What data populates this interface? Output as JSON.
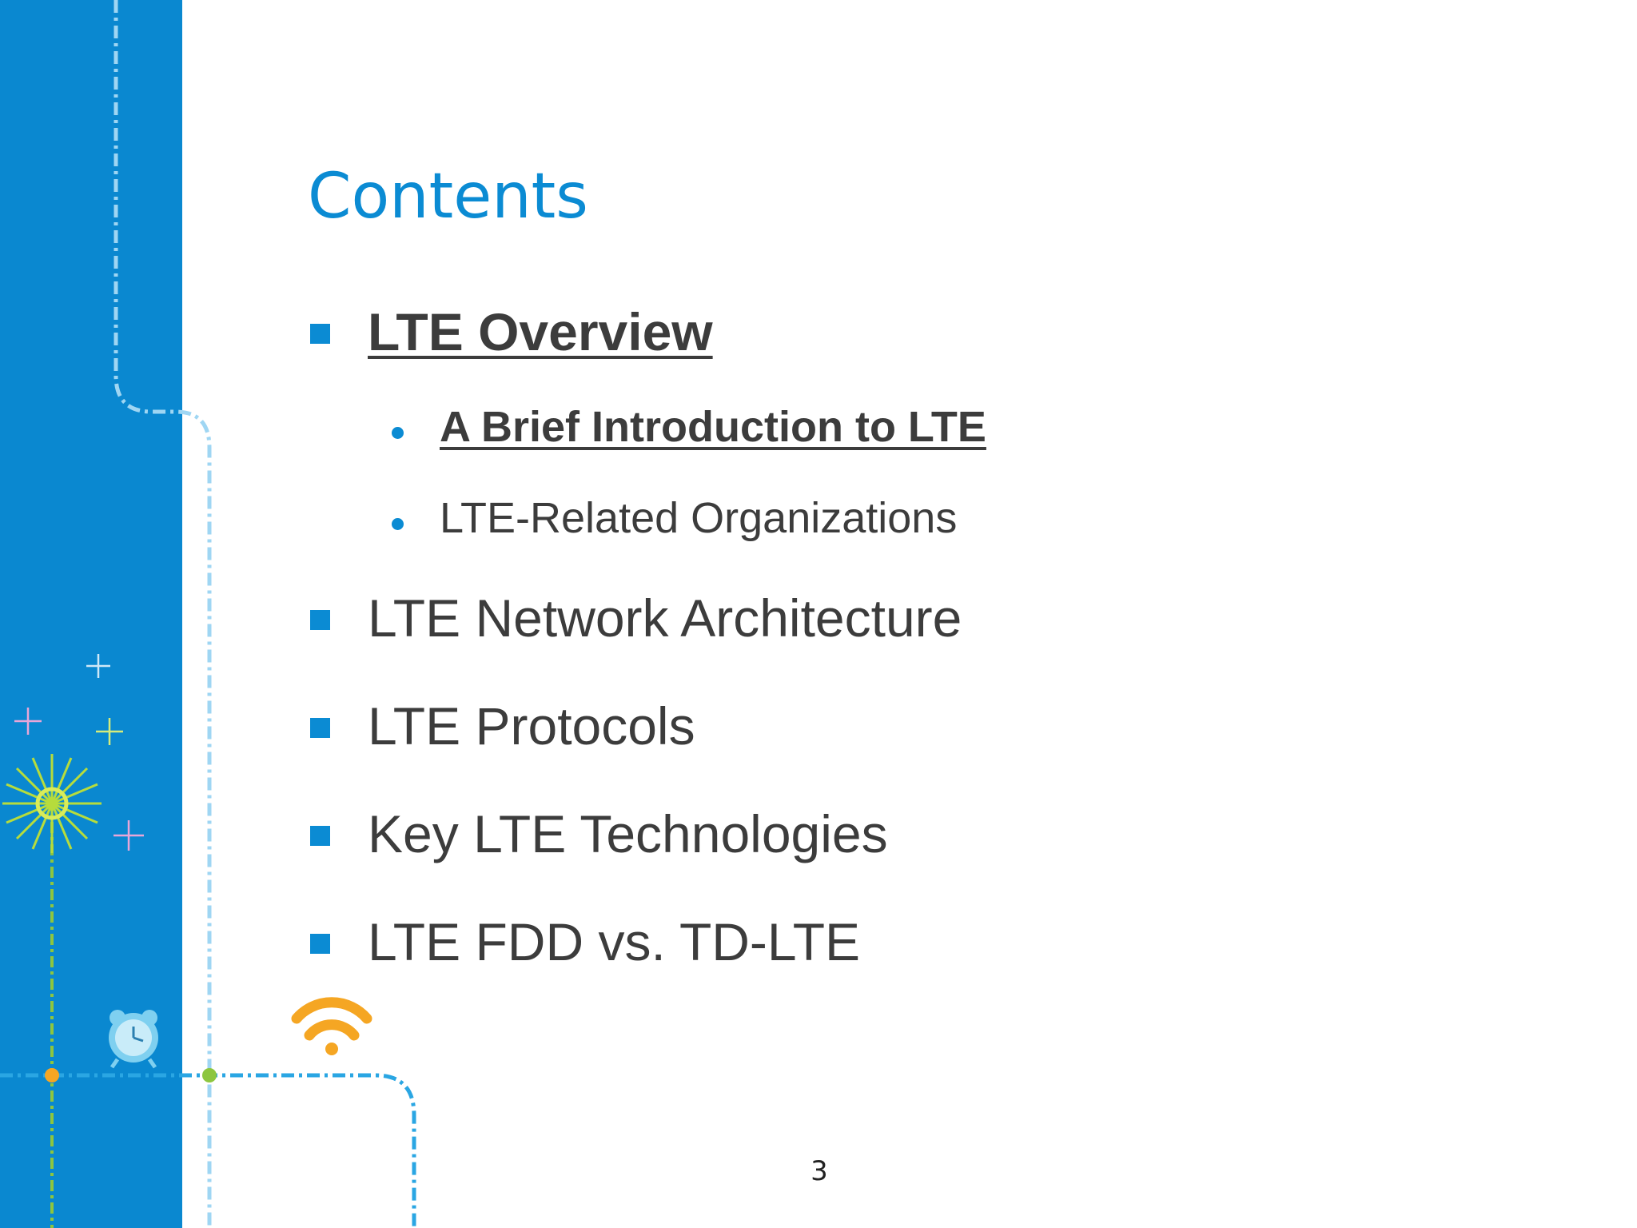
{
  "slide": {
    "title": "Contents",
    "page_number": "3",
    "colors": {
      "accent": "#0b8bd3",
      "side_band": "#0a88d0",
      "text": "#3c3c3c",
      "wifi": "#f5a623"
    },
    "items": [
      {
        "label": "LTE Overview",
        "level": 1,
        "active": true
      },
      {
        "label": "A Brief Introduction to LTE",
        "level": 2,
        "active": true
      },
      {
        "label": "LTE-Related Organizations",
        "level": 2,
        "active": false
      },
      {
        "label": "LTE Network Architecture",
        "level": 1,
        "active": false
      },
      {
        "label": "LTE Protocols",
        "level": 1,
        "active": false
      },
      {
        "label": "Key LTE Technologies",
        "level": 1,
        "active": false
      },
      {
        "label": "LTE FDD vs. TD-LTE",
        "level": 1,
        "active": false
      }
    ],
    "decorations": [
      "starburst-icon",
      "sparkle-icon",
      "alarm-clock-icon",
      "wifi-icon"
    ]
  }
}
